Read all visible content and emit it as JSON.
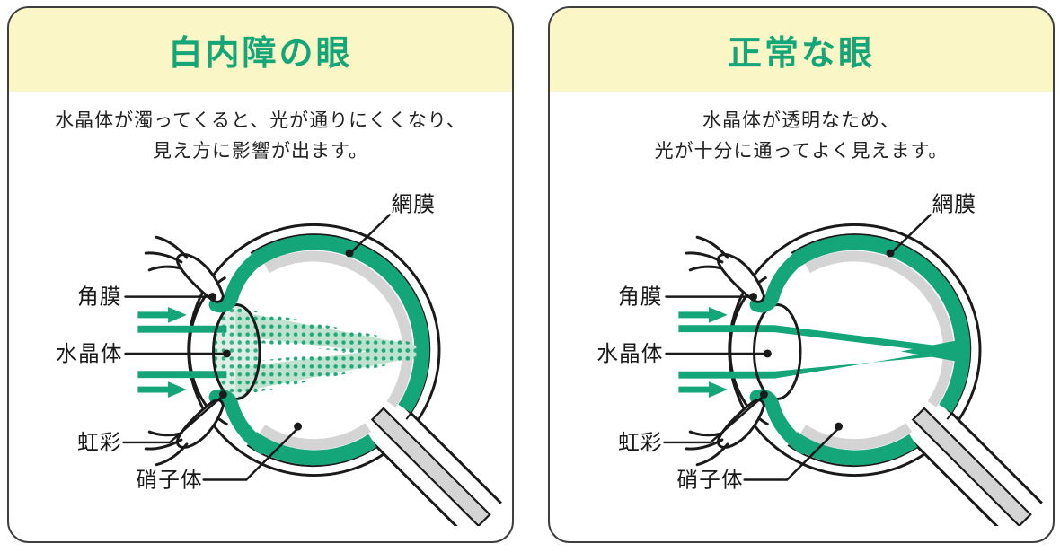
{
  "colors": {
    "accent_green": "#14a678",
    "header_yellow": "#faf6c6",
    "ink_black": "#1a1a1a",
    "retina_gray": "#d4d4d4",
    "scatter_light_green": "#bfe2cf",
    "lens_cloudy_green": "#ddeee6",
    "panel_border": "#3f3f3f"
  },
  "panels": [
    {
      "id": "cataract-eye",
      "title": "白内障の眼",
      "description_line1": "水晶体が濁ってくると、光が通りにくくなり、",
      "description_line2": "見え方に影響が出ます。",
      "labels": {
        "retina": "網膜",
        "cornea": "角膜",
        "lens": "水晶体",
        "iris": "虹彩",
        "vitreous": "硝子体"
      }
    },
    {
      "id": "normal-eye",
      "title": "正常な眼",
      "description_line1": "水晶体が透明なため、",
      "description_line2": "光が十分に通ってよく見えます。",
      "labels": {
        "retina": "網膜",
        "cornea": "角膜",
        "lens": "水晶体",
        "iris": "虹彩",
        "vitreous": "硝子体"
      }
    }
  ]
}
